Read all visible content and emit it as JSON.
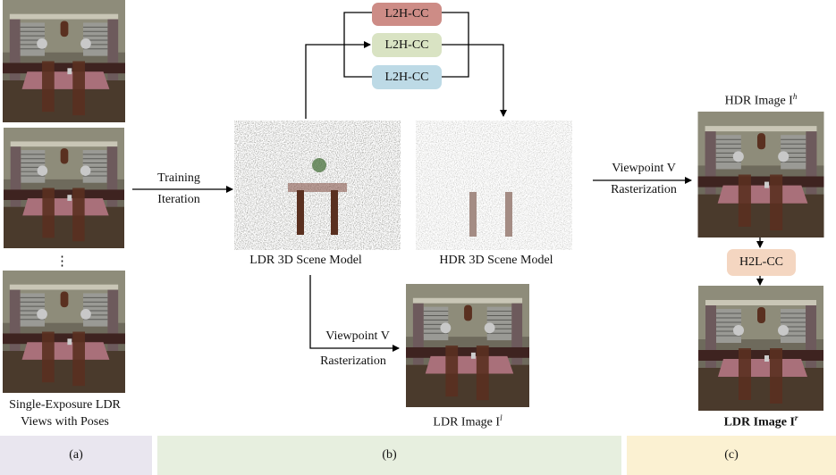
{
  "cc_modules": {
    "l2h_red": "L2H-CC",
    "l2h_green": "L2H-CC",
    "l2h_blue": "L2H-CC",
    "h2l": "H2L-CC"
  },
  "colors": {
    "l2h_red": "#cd8c86",
    "l2h_green": "#d9e3c3",
    "l2h_blue": "#bddae6",
    "h2l": "#f4d6c1",
    "band_a": "#e9e6ef",
    "band_b": "#e7efdf",
    "band_c": "#fbf1d2"
  },
  "input": {
    "ellipsis": "⋮",
    "caption_line1": "Single-Exposure LDR",
    "caption_line2": "Views with Poses"
  },
  "training": {
    "line1": "Training",
    "line2": "Iteration"
  },
  "models": {
    "ldr": "LDR 3D Scene Model",
    "hdr": "HDR 3D Scene Model"
  },
  "render_top": {
    "line1": "Viewpoint V",
    "line2": "Rasterization"
  },
  "render_bottom": {
    "line1": "Viewpoint V",
    "line2": "Rasterization"
  },
  "outputs": {
    "hdr_caption": "HDR Image I",
    "hdr_sup": "h",
    "ldr_r_caption": "LDR Image I",
    "ldr_r_sup": "r",
    "ldr_l_caption": "LDR Image I",
    "ldr_l_sup": "l"
  },
  "bands": {
    "a": "(a)",
    "b": "(b)",
    "c": "(c)"
  }
}
